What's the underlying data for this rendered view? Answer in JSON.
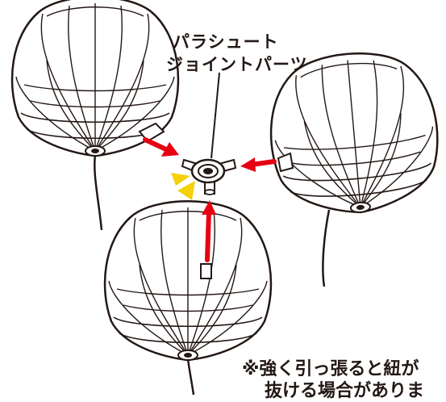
{
  "labels": {
    "part_name_line1": "パラシュート",
    "part_name_line2": "ジョイントパーツ",
    "warning_line1": "※強く引っ張ると紐が",
    "warning_line2": "抜ける場合がありま"
  },
  "colors": {
    "line": "#231815",
    "arrow": "#e60012",
    "highlight": "#f5d10a",
    "background": "#ffffff"
  },
  "icons": [
    "parachute-canopy",
    "three-way-joint",
    "push-arrow",
    "click-spark"
  ]
}
